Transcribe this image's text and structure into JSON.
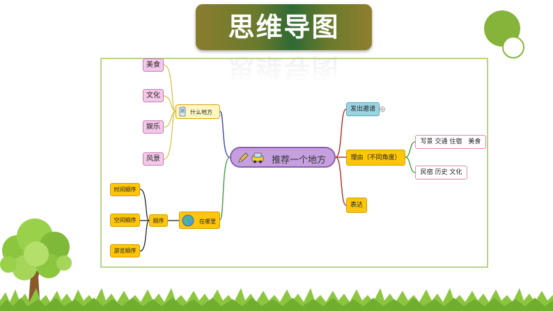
{
  "title": "思维导图",
  "mindmap": {
    "center": "推荐一个地方",
    "what_place": {
      "label": "什么地方",
      "items": [
        "美食",
        "文化",
        "娱乐",
        "风景"
      ]
    },
    "where": {
      "label": "在哪里",
      "order": "顺序",
      "items": [
        "时间顺序",
        "空间顺序",
        "游览顺序"
      ]
    },
    "right": {
      "invite": "发出邀请",
      "reason": "理由（不同角度）",
      "reason_a": "写景 交通 住宿　美食",
      "reason_b": "民宿 历史 文化",
      "express": "表达"
    }
  },
  "colors": {
    "pink": "#f2c9e8",
    "yellow": "#ffc60a",
    "teal": "#9bd3e2",
    "center": "#c6a0de",
    "accent_green": "#86b43a"
  }
}
